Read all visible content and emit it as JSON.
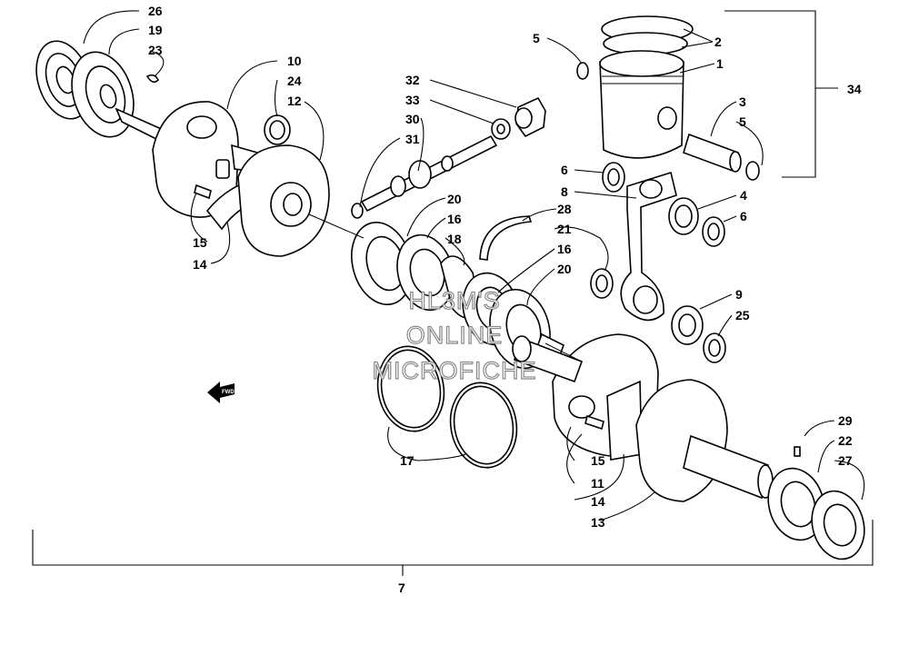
{
  "callouts": {
    "c26": "26",
    "c19": "19",
    "c23": "23",
    "c10": "10",
    "c24": "24",
    "c12": "12",
    "c15a": "15",
    "c14a": "14",
    "c32": "32",
    "c33": "33",
    "c30": "30",
    "c31": "31",
    "c20a": "20",
    "c16a": "16",
    "c18": "18",
    "c28": "28",
    "c21": "21",
    "c16b": "16",
    "c20b": "20",
    "c5a": "5",
    "c2": "2",
    "c1": "1",
    "c34": "34",
    "c3": "3",
    "c5b": "5",
    "c6a": "6",
    "c8": "8",
    "c4": "4",
    "c6b": "6",
    "c9": "9",
    "c25": "25",
    "c17": "17",
    "c15b": "15",
    "c11": "11",
    "c14b": "14",
    "c13": "13",
    "c29": "29",
    "c22": "22",
    "c27": "27",
    "c7": "7"
  },
  "watermark": {
    "line1": "HL3M'S",
    "line2": "ONLINE",
    "line3": "MICROFICHE"
  },
  "direction_arrow": {
    "label": "FWD"
  }
}
